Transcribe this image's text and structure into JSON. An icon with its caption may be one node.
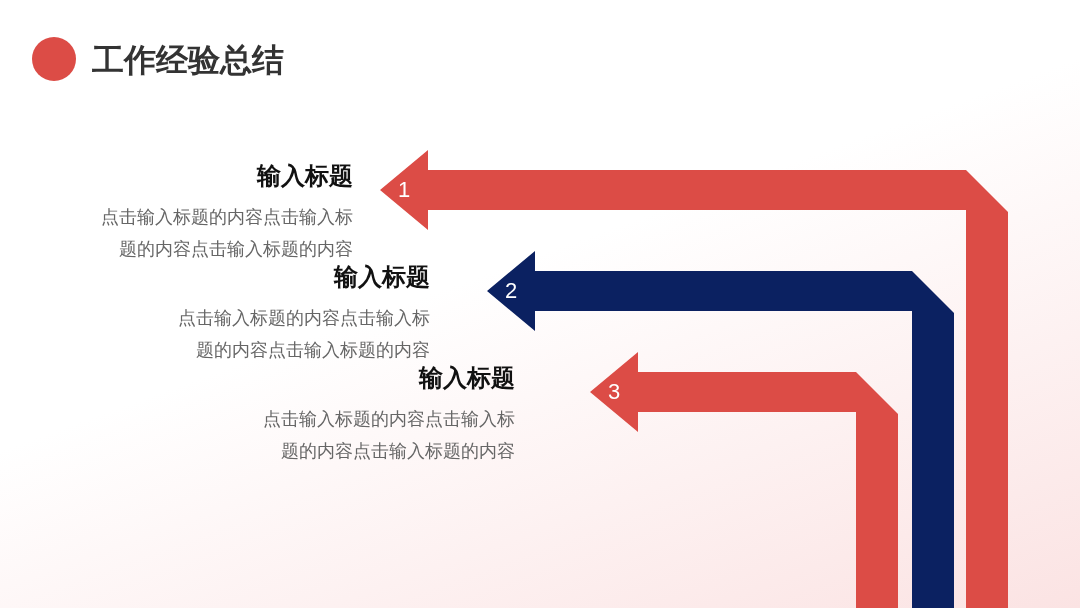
{
  "diagram": {
    "title": "工作经验总结",
    "nodes": [
      {
        "text": [
          "1"
        ]
      },
      {
        "text": [
          "2"
        ]
      },
      {
        "text": [
          "3"
        ]
      }
    ],
    "labels": [
      "输入标题",
      "点击输入标题的内容点击输入标题的内容点击输入标题的内容",
      "输入标题",
      "点击输入标题的内容点击输入标题的内容点击输入标题的内容",
      "输入标题",
      "点击输入标题的内容点击输入标题的内容点击输入标题的内容"
    ]
  }
}
